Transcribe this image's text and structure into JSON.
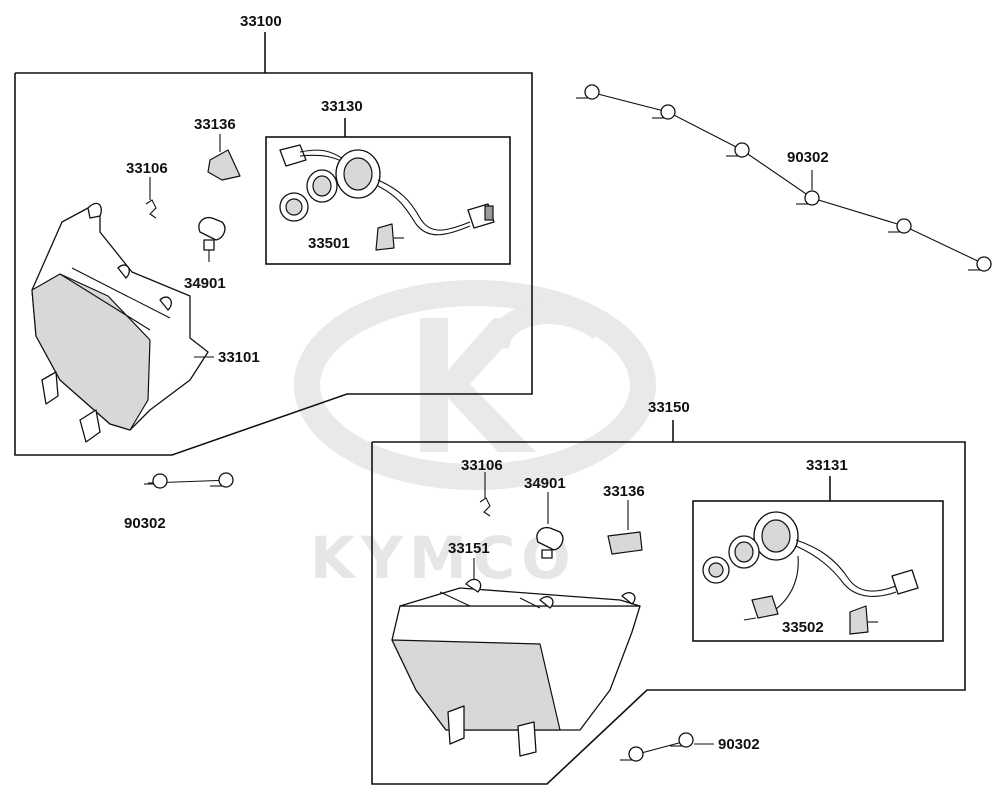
{
  "watermark": {
    "brand": "KYMCO"
  },
  "parts": {
    "assy_front": "33100",
    "socket_front": "33130",
    "cover_front": "33136",
    "clip_front": "33106",
    "bulb_front": "34901",
    "plug_front": "33501",
    "lens_front": "33101",
    "screw_upper_right": "90302",
    "screw_lower_left": "90302",
    "assy_rear": "33150",
    "clip_rear": "33106",
    "bulb_rear": "34901",
    "cover_rear": "33136",
    "socket_rear": "33131",
    "lens_rear": "33151",
    "plug_rear": "33502",
    "screw_lower_right": "90302"
  }
}
